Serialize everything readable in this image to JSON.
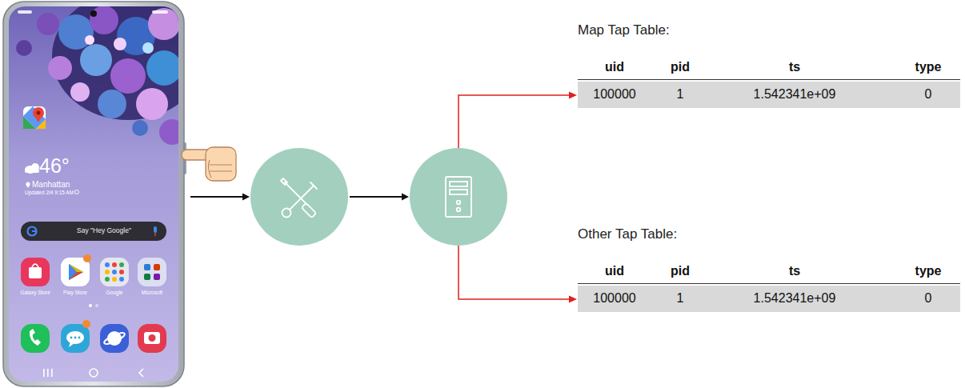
{
  "diagram": {
    "nodes": [
      {
        "text": [
          "Map Tap Table:",
          "uid",
          "pid",
          "ts",
          "type",
          "100000",
          "1",
          "1.542341e+09",
          "0"
        ]
      },
      {
        "text": [
          "Other Tap Table:",
          "uid",
          "pid",
          "ts",
          "type",
          "100000",
          "1",
          "1.542341e+09",
          "0"
        ]
      }
    ],
    "labels": [
      "46°",
      "Manhattan",
      "Updated 2/4 9:15 AM",
      "Say \"Hey Google\"",
      "Galaxy Store",
      "Play Store",
      "Google",
      "Microsoft"
    ]
  }
}
